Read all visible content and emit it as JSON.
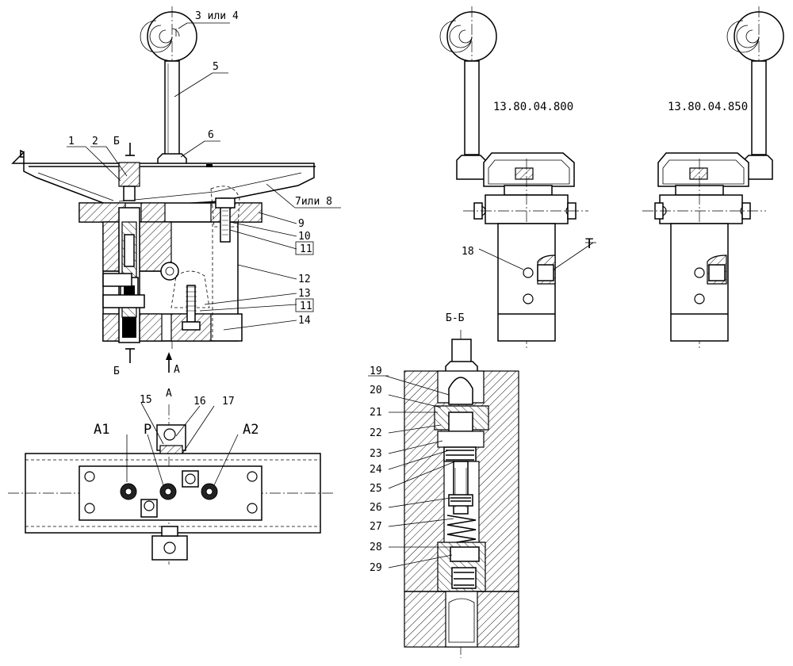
{
  "variants": {
    "v800": "13.80.04.800",
    "v850": "13.80.04.850"
  },
  "views": {
    "view_a": "А",
    "section_bb": "Б-Б",
    "cut_b": "Б"
  },
  "ports": {
    "a1": "А1",
    "p": "Р",
    "a2": "А2",
    "t": "Т"
  },
  "callouts": {
    "c1": "1",
    "c2": "2",
    "c3or4": "3 или 4",
    "c5": "5",
    "c6": "6",
    "c7or8": "7или 8",
    "c9": "9",
    "c10": "10",
    "c11a": "11",
    "c12": "12",
    "c13": "13",
    "c11b": "11",
    "c14": "14",
    "c15": "15",
    "c16": "16",
    "c17": "17",
    "c18": "18",
    "c19": "19",
    "c20": "20",
    "c21": "21",
    "c22": "22",
    "c23": "23",
    "c24": "24",
    "c25": "25",
    "c26": "26",
    "c27": "27",
    "c28": "28",
    "c29": "29"
  }
}
